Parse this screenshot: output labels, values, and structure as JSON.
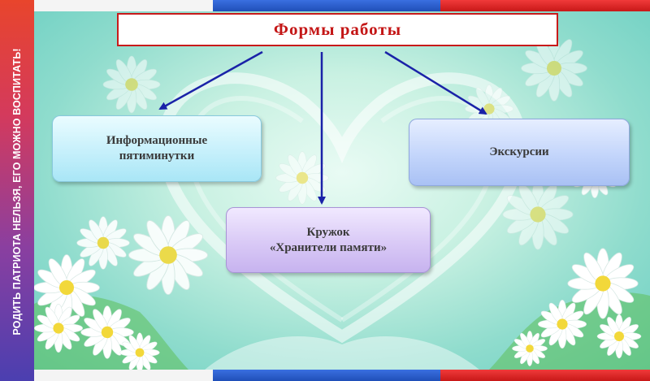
{
  "sidebar": {
    "text": "РОДИТЬ ПАТРИОТА НЕЛЬЗЯ, ЕГО МОЖНО ВОСПИТАТЬ!"
  },
  "title": "Формы  работы",
  "nodes": {
    "info": "Информационные пятиминутки",
    "excursions": "Экскурсии",
    "club_line1": "Кружок",
    "club_line2": "«Хранители памяти»"
  },
  "colors": {
    "title_text": "#c41616",
    "title_border": "#c81a1a",
    "arrow": "#1a22a8",
    "stripe_red": "#e02020",
    "stripe_blue": "#1f55c8"
  }
}
